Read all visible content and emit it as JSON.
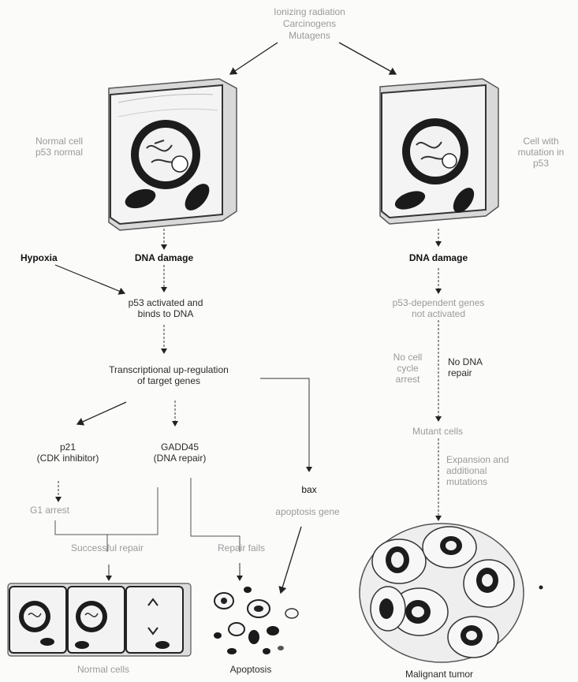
{
  "top_causes": [
    "Ionizing radiation",
    "Carcinogens",
    "Mutagens"
  ],
  "left": {
    "cell_label": "Normal cell\np53 normal",
    "dna_damage": "DNA damage",
    "hypoxia": "Hypoxia",
    "p53_activated": "p53 activated and\nbinds to DNA",
    "upregulation": "Transcriptional up-regulation\nof target genes",
    "p21": "p21\n(CDK inhibitor)",
    "gadd45": "GADD45\n(DNA repair)",
    "bax": "bax",
    "apoptosis_genes": "apoptosis gene",
    "g1_arrest": "G1 arrest",
    "successful_repair": "Successful repair",
    "repair_fails": "Repair fails",
    "normal_cells": "Normal cells",
    "apoptosis": "Apoptosis"
  },
  "right": {
    "cell_label": "Cell with\nmutation in\np53",
    "dna_damage": "DNA damage",
    "p53_dependent": "p53-dependent genes\nnot activated",
    "no_cell_cycle_arrest": "No cell\ncycle\narrest",
    "no_dna_repair": "No DNA\nrepair",
    "mutant_cells": "Mutant cells",
    "expansion": "Expansion and\nadditional\nmutations",
    "malignant_tumor": "Malignant tumor"
  }
}
